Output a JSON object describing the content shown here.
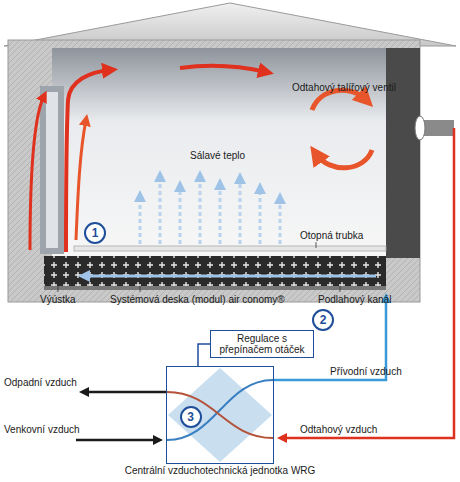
{
  "diagram": {
    "nodes": [
      {
        "text": [
          "1"
        ]
      },
      {
        "text": [
          "Regulace s přepínačem otáček"
        ]
      },
      {
        "text": [
          "2"
        ]
      },
      {
        "text": [
          "Centrální vzduchotechnická jednotka WRG"
        ]
      },
      {
        "text": [
          "3"
        ],
        "in": 3
      }
    ],
    "edges": [
      {
        "from": 3,
        "to": 1,
        "arrow": "none"
      }
    ],
    "labels": [
      "Odtahový talířový ventil",
      "Sálavé teplo",
      "Otopná trubka",
      "Výústka",
      "Systémová deska (modul) air conomy®",
      "Podlahový kanál",
      "Přívodní vzduch",
      "Odpadní vzduch",
      "Venkovní vzduch",
      "Odtahový vzduch"
    ]
  }
}
